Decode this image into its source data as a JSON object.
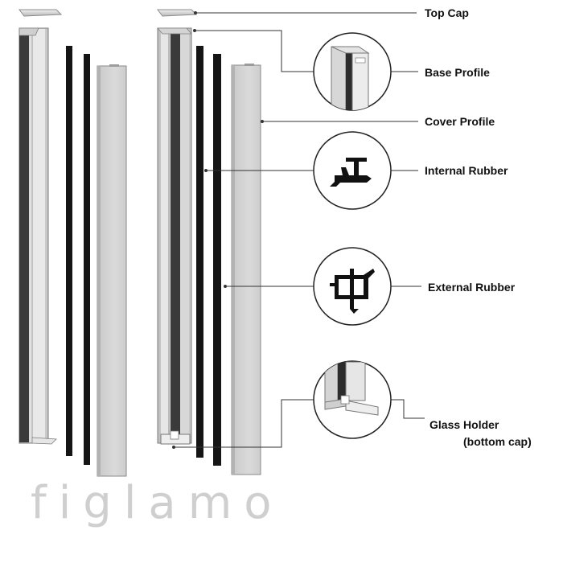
{
  "labels": {
    "top_cap": "Top Cap",
    "base_profile": "Base Profile",
    "cover_profile": "Cover Profile",
    "internal_rubber": "Internal Rubber",
    "external_rubber": "External Rubber",
    "glass_holder_line1": "Glass Holder",
    "glass_holder_line2": "(bottom cap)"
  },
  "brand": {
    "watermark": "figlamo"
  },
  "colors": {
    "profile_light": "#d2d2d2",
    "profile_dark": "#3a3a3a",
    "rubber": "#151515",
    "leader_line": "#333333",
    "watermark": "#cfcfcf"
  }
}
